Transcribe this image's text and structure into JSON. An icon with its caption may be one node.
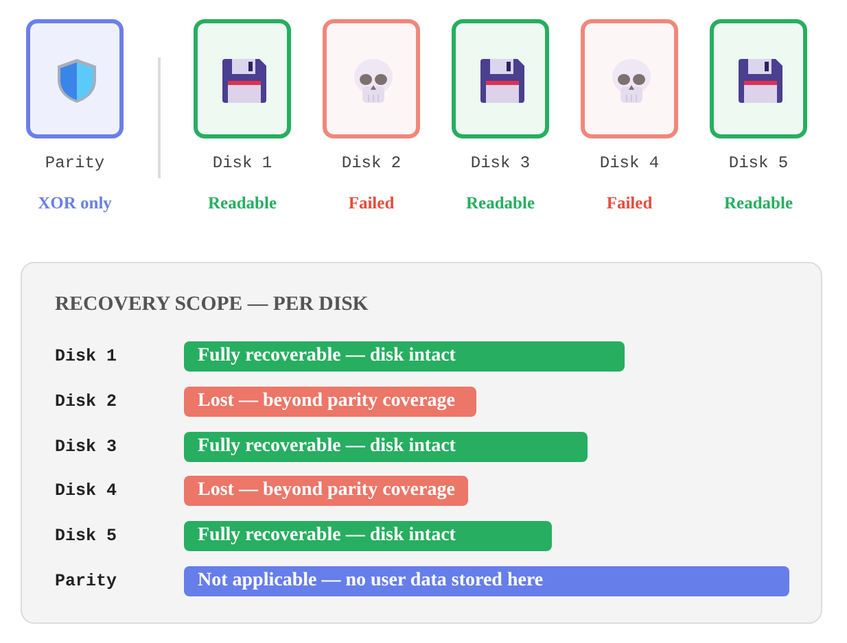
{
  "diagram": {
    "nodes": [
      {
        "text": [
          "Parity"
        ],
        "beside": [
          "XOR only"
        ]
      },
      {
        "text": [
          "Disk 1"
        ],
        "beside": [
          "Readable"
        ]
      },
      {
        "text": [
          "Disk 2"
        ],
        "beside": [
          "Failed"
        ]
      },
      {
        "text": [
          "Disk 3"
        ],
        "beside": [
          "Readable"
        ]
      },
      {
        "text": [
          "Disk 4"
        ],
        "beside": [
          "Failed"
        ]
      },
      {
        "text": [
          "Disk 5"
        ],
        "beside": [
          "Readable"
        ]
      },
      {
        "text": [
          "RECOVERY SCOPE — PER DISK"
        ]
      },
      {
        "text": [
          "Fully recoverable — disk intact"
        ],
        "in": 6
      },
      {
        "text": [
          "Lost — beyond parity coverage"
        ],
        "in": 6
      },
      {
        "text": [
          "Fully recoverable — disk intact"
        ],
        "in": 6
      },
      {
        "text": [
          "Lost — beyond parity coverage"
        ],
        "in": 6
      },
      {
        "text": [
          "Fully recoverable — disk intact"
        ],
        "in": 6
      },
      {
        "text": [
          "Not applicable — no user data stored here"
        ],
        "in": 6
      }
    ],
    "labels": [
      "Disk 1",
      "Disk 2",
      "Disk 3",
      "Disk 4",
      "Disk 5",
      "Parity"
    ]
  }
}
